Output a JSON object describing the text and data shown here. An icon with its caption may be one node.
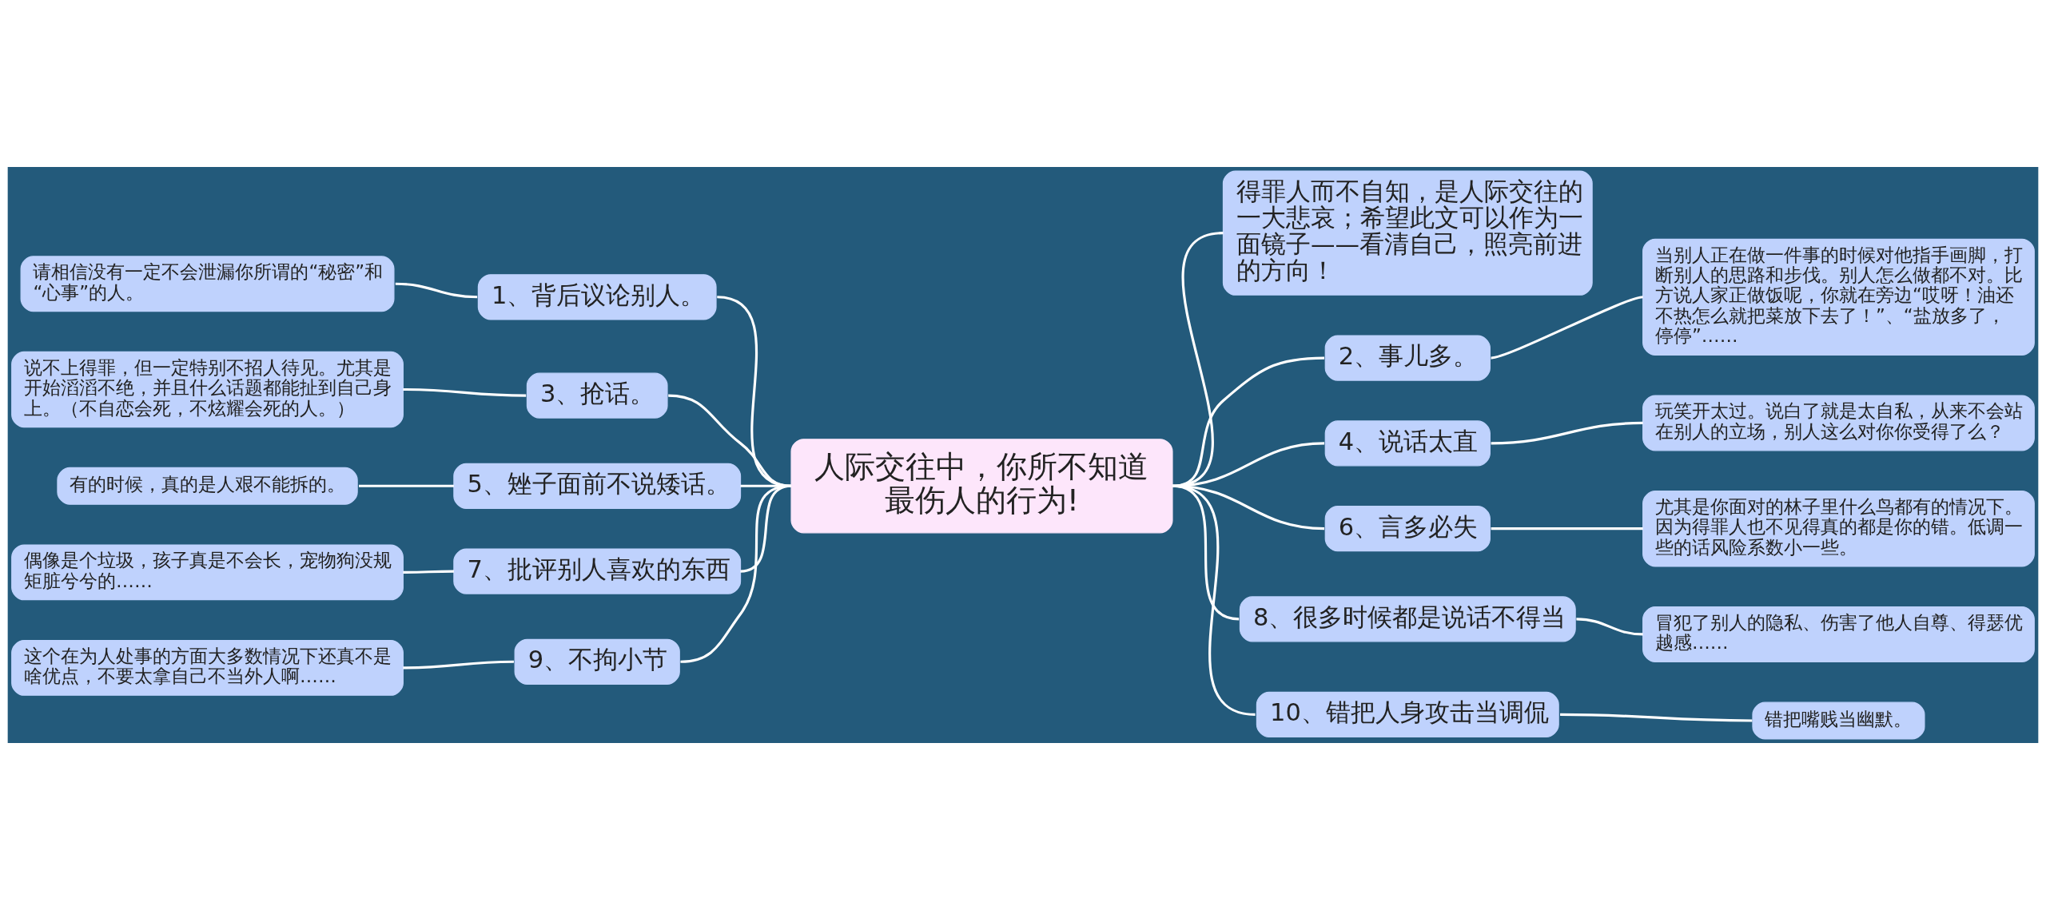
{
  "diagram": {
    "nodes": [
      {
        "text": [
          "人际交往中，你所不知道最伤人的行为!"
        ]
      },
      {
        "text": [
          "得罪人而不自知，是人际交往的一大悲哀；希望此文可以作为一面镜子——看清自己，照亮前进的方向！"
        ]
      },
      {
        "text": [
          "1、背后议论别人。"
        ]
      },
      {
        "text": [
          "请相信没有一定不会泄漏你所谓的“秘密”和“心事”的人。"
        ]
      },
      {
        "text": [
          "2、事儿多。"
        ]
      },
      {
        "text": [
          "当别人正在做一件事的时候对他指手画脚，打断别人的思路和步伐。别人怎么做都不对。比方说人家正做饭呢，你就在旁边“哎呀！油还不热怎么就把菜放下去了！”、“盐放多了，停停”……"
        ]
      },
      {
        "text": [
          "3、抢话。"
        ]
      },
      {
        "text": [
          "说不上得罪，但一定特别不招人待见。尤其是开始滔滔不绝，并且什么话题都能扯到自己身上。（不自恋会死，不炫耀会死的人。）"
        ]
      },
      {
        "text": [
          "4、说话太直"
        ]
      },
      {
        "text": [
          "玩笑开太过。说白了就是太自私，从来不会站在别人的立场，别人这么对你你受得了么？"
        ]
      },
      {
        "text": [
          "5、矬子面前不说矮话。"
        ]
      },
      {
        "text": [
          "有的时候，真的是人艰不能拆的。"
        ]
      },
      {
        "text": [
          "6、言多必失"
        ]
      },
      {
        "text": [
          "尤其是你面对的林子里什么鸟都有的情况下。因为得罪人也不见得真的都是你的错。低调一些的话风险系数小一些。"
        ]
      },
      {
        "text": [
          "7、批评别人喜欢的东西"
        ]
      },
      {
        "text": [
          "偶像是个垃圾，孩子真是不会长，宠物狗没规矩脏兮兮的……"
        ]
      },
      {
        "text": [
          "8、很多时候都是说话不得当"
        ]
      },
      {
        "text": [
          "冒犯了别人的隐私、伤害了他人自尊、得瑟优越感……"
        ]
      },
      {
        "text": [
          "9、不拘小节"
        ]
      },
      {
        "text": [
          "这个在为人处事的方面大多数情况下还真不是啥优点，不要太拿自己不当外人啊……"
        ]
      },
      {
        "text": [
          "10、错把人身攻击当调侃"
        ]
      },
      {
        "text": [
          "错把嘴贱当幽默。"
        ]
      }
    ],
    "edges": [
      {
        "from": 0,
        "to": 1,
        "arrow": "none"
      },
      {
        "from": 0,
        "to": 2,
        "arrow": "none"
      },
      {
        "from": 2,
        "to": 3,
        "arrow": "none"
      },
      {
        "from": 0,
        "to": 4,
        "arrow": "none"
      },
      {
        "from": 4,
        "to": 5,
        "arrow": "none"
      },
      {
        "from": 0,
        "to": 6,
        "arrow": "none"
      },
      {
        "from": 6,
        "to": 7,
        "arrow": "none"
      },
      {
        "from": 0,
        "to": 8,
        "arrow": "none"
      },
      {
        "from": 8,
        "to": 9,
        "arrow": "none"
      },
      {
        "from": 0,
        "to": 10,
        "arrow": "none"
      },
      {
        "from": 10,
        "to": 11,
        "arrow": "none"
      },
      {
        "from": 0,
        "to": 12,
        "arrow": "none"
      },
      {
        "from": 12,
        "to": 13,
        "arrow": "none"
      },
      {
        "from": 0,
        "to": 14,
        "arrow": "none"
      },
      {
        "from": 14,
        "to": 15,
        "arrow": "none"
      },
      {
        "from": 0,
        "to": 16,
        "arrow": "none"
      },
      {
        "from": 16,
        "to": 17,
        "arrow": "none"
      },
      {
        "from": 0,
        "to": 18,
        "arrow": "none"
      },
      {
        "from": 18,
        "to": 19,
        "arrow": "none"
      },
      {
        "from": 0,
        "to": 20,
        "arrow": "none"
      },
      {
        "from": 20,
        "to": 21,
        "arrow": "none"
      }
    ]
  }
}
